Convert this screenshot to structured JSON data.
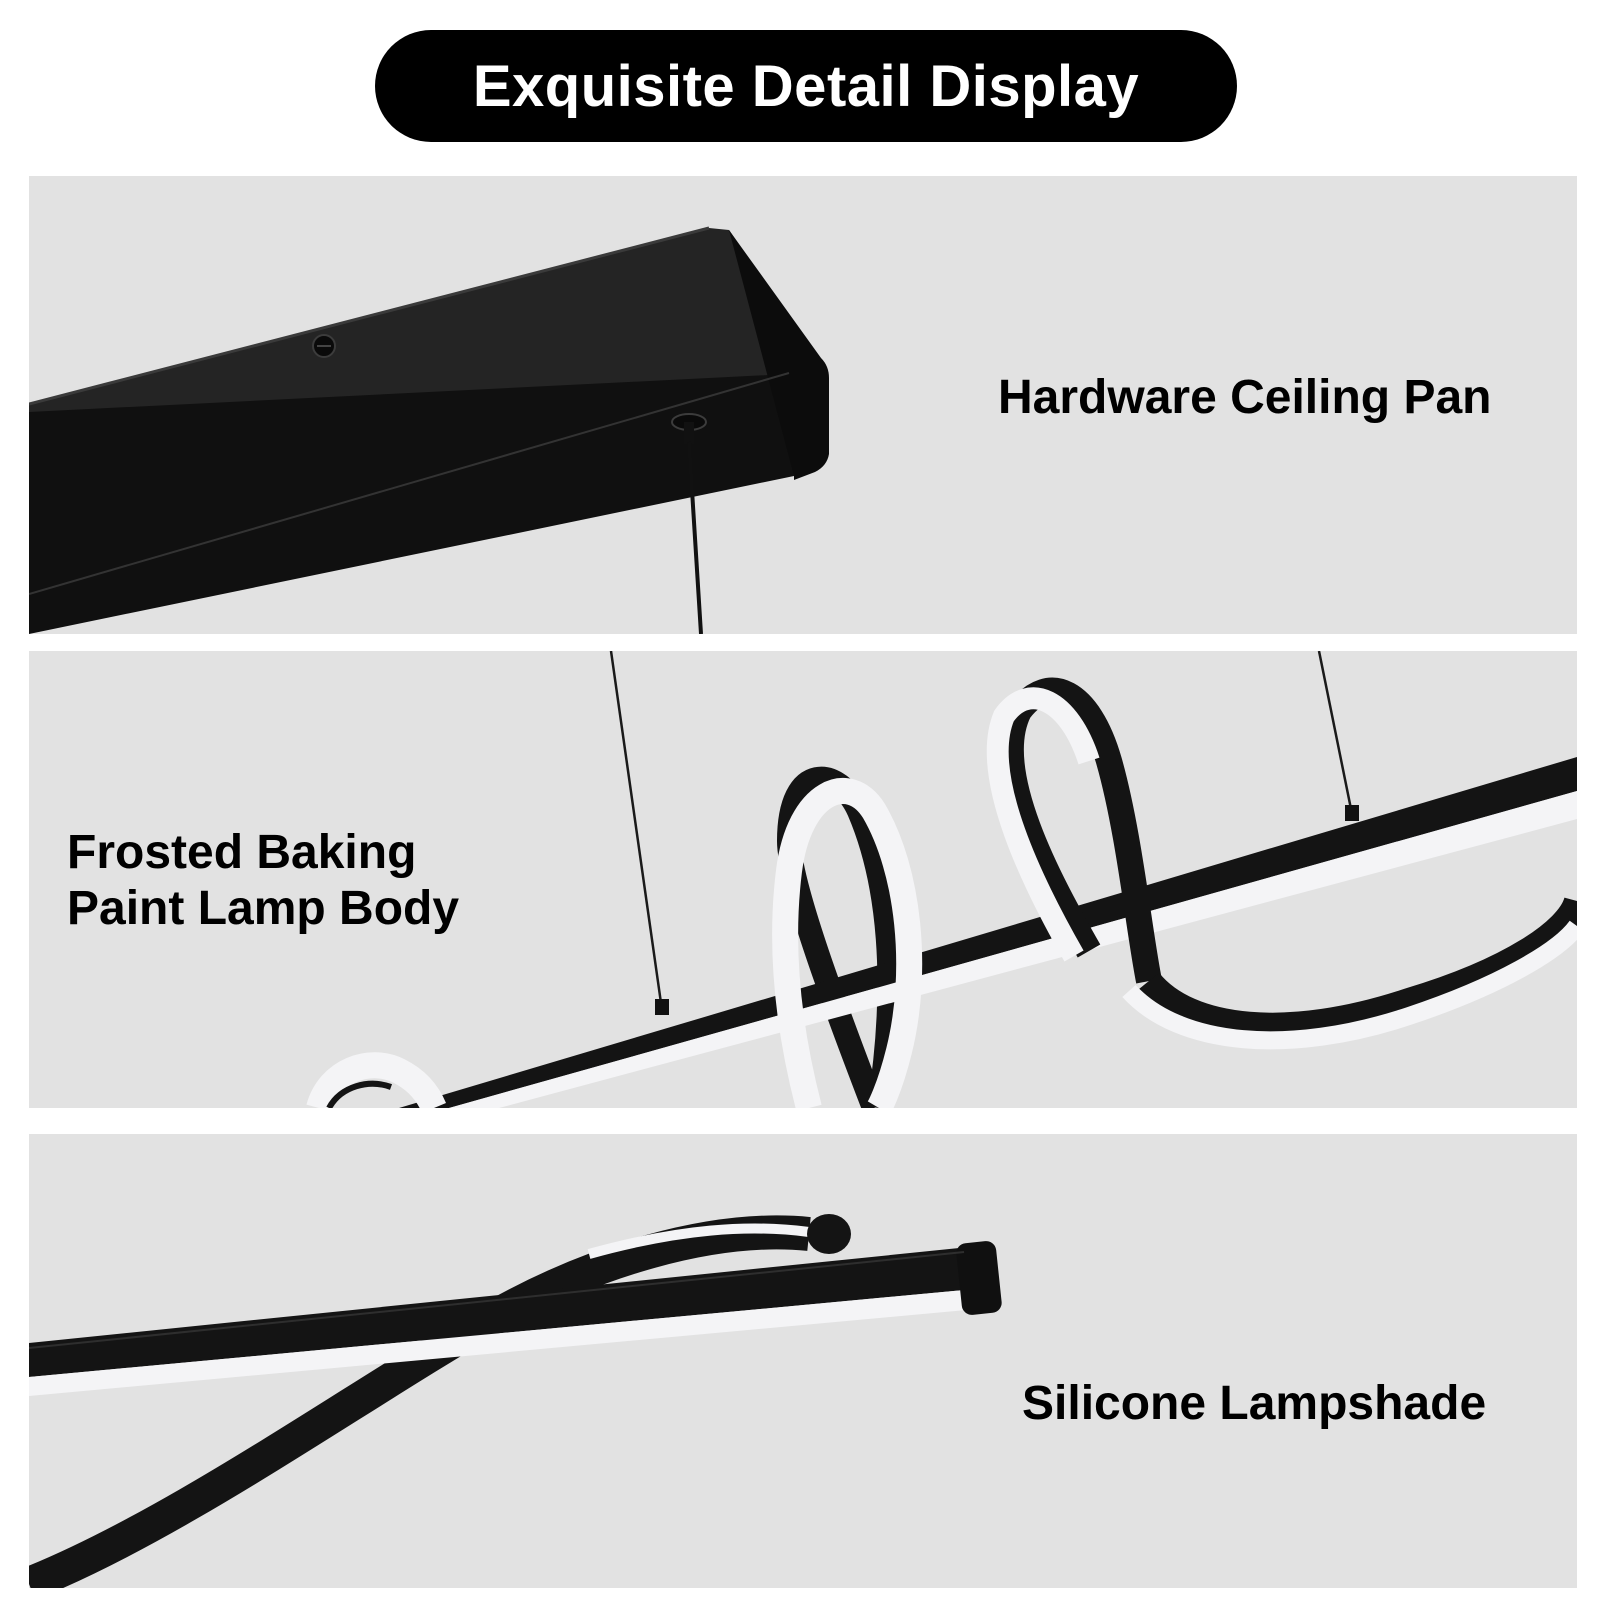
{
  "title": "Exquisite Detail Display",
  "sections": [
    {
      "label_lines": [
        "Hardware Ceiling Pan"
      ],
      "illustration": "ceiling-pan"
    },
    {
      "label_lines": [
        "Frosted Baking",
        "Paint Lamp Body"
      ],
      "illustration": "spiral-lamp-body"
    },
    {
      "label_lines": [
        "Silicone Lampshade"
      ],
      "illustration": "silicone-lampshade"
    }
  ],
  "colors": {
    "pill_background": "#000000",
    "pill_text": "#ffffff",
    "panel_background": "#e2e2e2",
    "lamp_metal": "#141414",
    "lamp_glow": "#f4f4f6",
    "label_text": "#000000"
  }
}
